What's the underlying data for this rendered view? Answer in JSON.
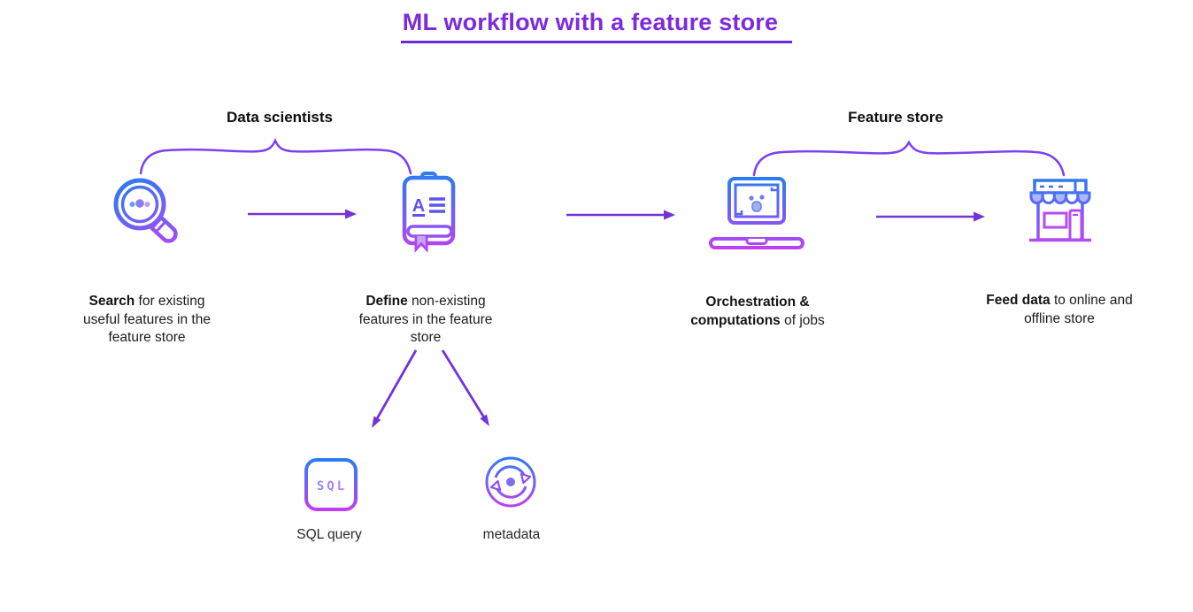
{
  "title": {
    "text": "ML workflow with a feature store"
  },
  "colors": {
    "accent_purple": "#7C2BDC",
    "arrow_purple": "#7433D6",
    "brace_purple": "#7E3FF2",
    "icon_gradient_start": "#2D7BF2",
    "icon_gradient_end": "#C33DF2",
    "text_dark": "#1b1b1d"
  },
  "groups": [
    {
      "label": "Data scientists"
    },
    {
      "label": "Feature store"
    }
  ],
  "steps": [
    {
      "icon": "search-icon",
      "caption_bold": "Search",
      "caption_rest": " for existing useful features in the feature store"
    },
    {
      "icon": "define-notebook-icon",
      "caption_bold": "Define",
      "caption_rest": " non-existing features in the feature store"
    },
    {
      "icon": "orchestration-laptop-icon",
      "caption_bold": "Orchestration & computations",
      "caption_rest": " of jobs"
    },
    {
      "icon": "store-icon",
      "caption_bold": "Feed data",
      "caption_rest": " to online and offline store"
    }
  ],
  "sub_items": [
    {
      "icon": "sql-icon",
      "icon_text": "SQL",
      "label": "SQL query"
    },
    {
      "icon": "metadata-sync-icon",
      "label": "metadata"
    }
  ]
}
